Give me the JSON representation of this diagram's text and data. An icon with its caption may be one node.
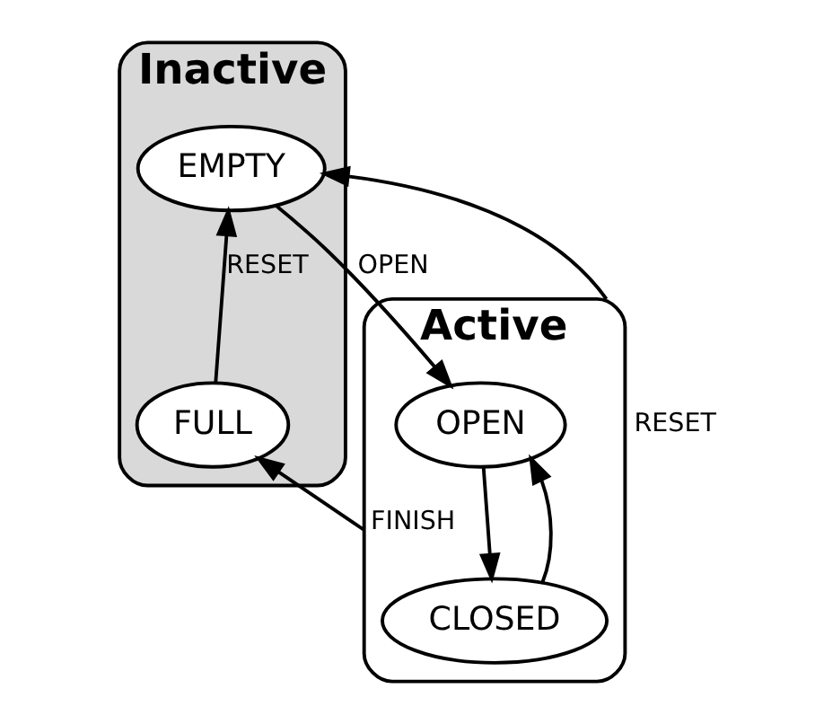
{
  "diagram": {
    "nodes": [
      {
        "text": [
          "Inactive"
        ]
      },
      {
        "text": [
          "EMPTY"
        ],
        "in": 0
      },
      {
        "text": [
          "FULL"
        ],
        "in": 0
      },
      {
        "text": [
          "Active"
        ]
      },
      {
        "text": [
          "OPEN"
        ],
        "in": 3
      },
      {
        "text": [
          "CLOSED"
        ],
        "in": 3
      }
    ],
    "edges": [
      {
        "from": 3,
        "to": 1,
        "arrow": "to",
        "label": "RESET"
      },
      {
        "from": 1,
        "to": 4,
        "arrow": "to",
        "label": "OPEN"
      },
      {
        "from": 4,
        "to": 5,
        "arrow": "to"
      },
      {
        "from": 5,
        "to": 4,
        "arrow": "to"
      },
      {
        "from": 2,
        "to": 1,
        "arrow": "to",
        "label": "RESET"
      },
      {
        "from": 3,
        "to": 2,
        "arrow": "to",
        "label": "FINISH"
      }
    ]
  }
}
